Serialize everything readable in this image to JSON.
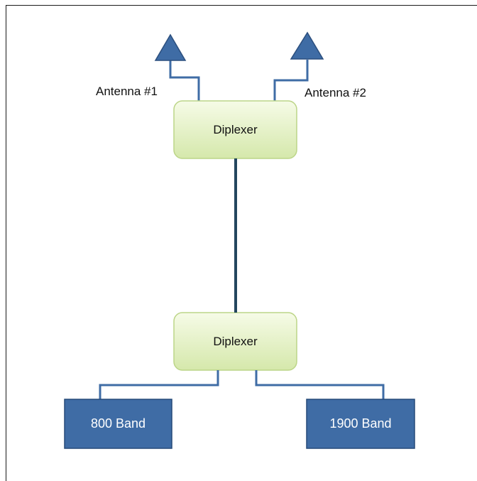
{
  "diagram": {
    "antenna_1": {
      "label": "Antenna #1"
    },
    "antenna_2": {
      "label": "Antenna #2"
    },
    "diplexer_top": {
      "label": "Diplexer"
    },
    "diplexer_bottom": {
      "label": "Diplexer"
    },
    "band_800": {
      "label": "800 Band"
    },
    "band_1900": {
      "label": "1900 Band"
    }
  },
  "colors": {
    "antenna_fill": "#3f6ca5",
    "antenna_stroke": "#2c4f7e",
    "wire": "#3f6ca5",
    "trunk": "#23465e",
    "diplexer_gradient_top": "#f6fbe7",
    "diplexer_gradient_bottom": "#d5e8ab",
    "diplexer_stroke": "#bcd588",
    "band_fill": "#3f6ca5",
    "band_stroke": "#264a78"
  }
}
